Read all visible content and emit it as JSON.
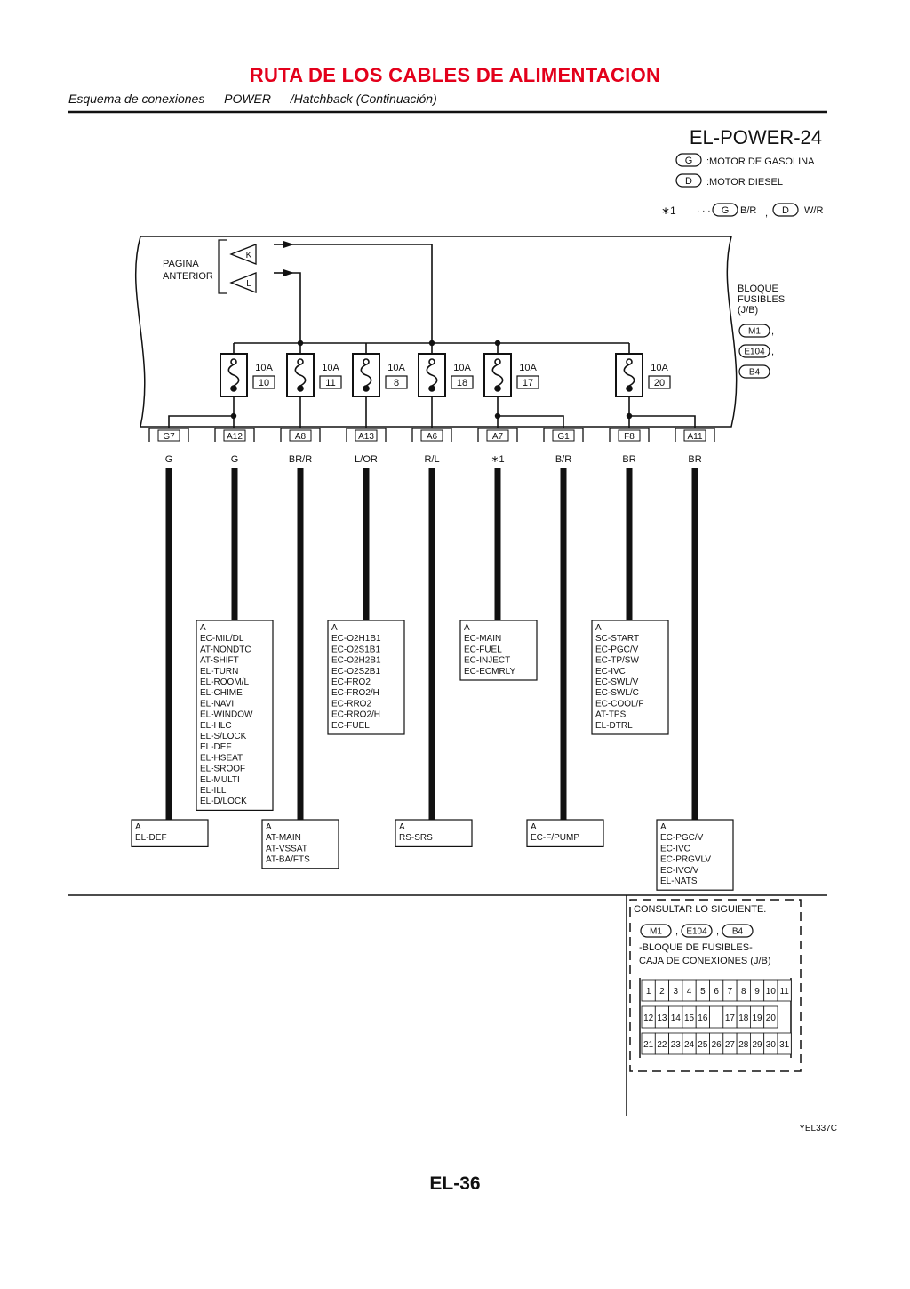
{
  "header": {
    "title": "RUTA DE LOS CABLES DE ALIMENTACION",
    "subtitle": "Esquema de conexiones — POWER — /Hatchback (Continuación)",
    "title_color": "#e3001b"
  },
  "diagram_id": "EL-POWER-24",
  "legend": {
    "items": [
      {
        "code": "G",
        "label": ":MOTOR DE GASOLINA"
      },
      {
        "code": "D",
        "label": ":MOTOR DIESEL"
      }
    ],
    "note": {
      "marker": "∗1",
      "dots": "· · ·",
      "g_code": "G",
      "g_color": "B/R",
      "sep": ",",
      "d_code": "D",
      "d_color": "W/R"
    }
  },
  "prev_page": {
    "line1": "PAGINA",
    "line2": "ANTERIOR",
    "arrows": [
      "K",
      "L"
    ]
  },
  "fuse_block": {
    "label_lines": [
      "BLOQUE",
      "FUSIBLES",
      "(J/B)"
    ],
    "connectors": [
      "M1",
      "E104",
      "B4"
    ],
    "sep": ","
  },
  "fuses": [
    {
      "amp": "10A",
      "num": "10"
    },
    {
      "amp": "10A",
      "num": "11"
    },
    {
      "amp": "10A",
      "num": "8"
    },
    {
      "amp": "10A",
      "num": "18"
    },
    {
      "amp": "10A",
      "num": "17"
    },
    {
      "amp": "10A",
      "num": "20"
    }
  ],
  "terminals": [
    {
      "id": "G7",
      "color": "G"
    },
    {
      "id": "A12",
      "color": "G"
    },
    {
      "id": "A8",
      "color": "BR/R"
    },
    {
      "id": "A13",
      "color": "L/OR"
    },
    {
      "id": "A6",
      "color": "R/L"
    },
    {
      "id": "A7",
      "color": "∗1"
    },
    {
      "id": "G1",
      "color": "B/R"
    },
    {
      "id": "F8",
      "color": "BR"
    },
    {
      "id": "A11",
      "color": "BR"
    }
  ],
  "upper_boxes": [
    {
      "lines": [
        "A",
        "EC-MIL/DL",
        "AT-NONDTC",
        "AT-SHIFT",
        "EL-TURN",
        "EL-ROOM/L",
        "EL-CHIME",
        "EL-NAVI",
        "EL-WINDOW",
        "EL-HLC",
        "EL-S/LOCK",
        "EL-DEF",
        "EL-HSEAT",
        "EL-SROOF",
        "EL-MULTI",
        "EL-ILL",
        "EL-D/LOCK"
      ]
    },
    {
      "lines": [
        "A",
        "EC-O2H1B1",
        "EC-O2S1B1",
        "EC-O2H2B1",
        "EC-O2S2B1",
        "EC-FRO2",
        "EC-FRO2/H",
        "EC-RRO2",
        "EC-RRO2/H",
        "EC-FUEL"
      ]
    },
    {
      "lines": [
        "A",
        "EC-MAIN",
        "EC-FUEL",
        "EC-INJECT",
        "EC-ECMRLY"
      ]
    },
    {
      "lines": [
        "A",
        "SC-START",
        "EC-PGC/V",
        "EC-TP/SW",
        "EC-IVC",
        "EC-SWL/V",
        "EC-SWL/C",
        "EC-COOL/F",
        "AT-TPS",
        "EL-DTRL"
      ]
    }
  ],
  "lower_boxes": [
    {
      "lines": [
        "A",
        "EL-DEF"
      ]
    },
    {
      "lines": [
        "A",
        "AT-MAIN",
        "AT-VSSAT",
        "AT-BA/FTS"
      ]
    },
    {
      "lines": [
        "A",
        "RS-SRS"
      ]
    },
    {
      "lines": [
        "A",
        "EC-F/PUMP"
      ]
    },
    {
      "lines": [
        "A",
        "EC-PGC/V",
        "EC-IVC",
        "EC-PRGVLV",
        "EC-IVC/V",
        "EL-NATS"
      ]
    }
  ],
  "reference": {
    "title": "CONSULTAR LO SIGUIENTE.",
    "connectors": [
      "M1",
      "E104",
      "B4"
    ],
    "sep": ",",
    "desc1": "-BLOQUE DE FUSIBLES-",
    "desc2": "CAJA DE CONEXIONES (J/B)",
    "grid_rows": [
      [
        "1",
        "2",
        "3",
        "4",
        "5",
        "6",
        "7",
        "8",
        "9",
        "10",
        "11"
      ],
      [
        "12",
        "13",
        "14",
        "15",
        "16",
        "",
        "17",
        "18",
        "19",
        "20"
      ],
      [
        "21",
        "22",
        "23",
        "24",
        "25",
        "26",
        "27",
        "28",
        "29",
        "30",
        "31"
      ]
    ]
  },
  "figure_code": "YEL337C",
  "page_number": "EL-36"
}
